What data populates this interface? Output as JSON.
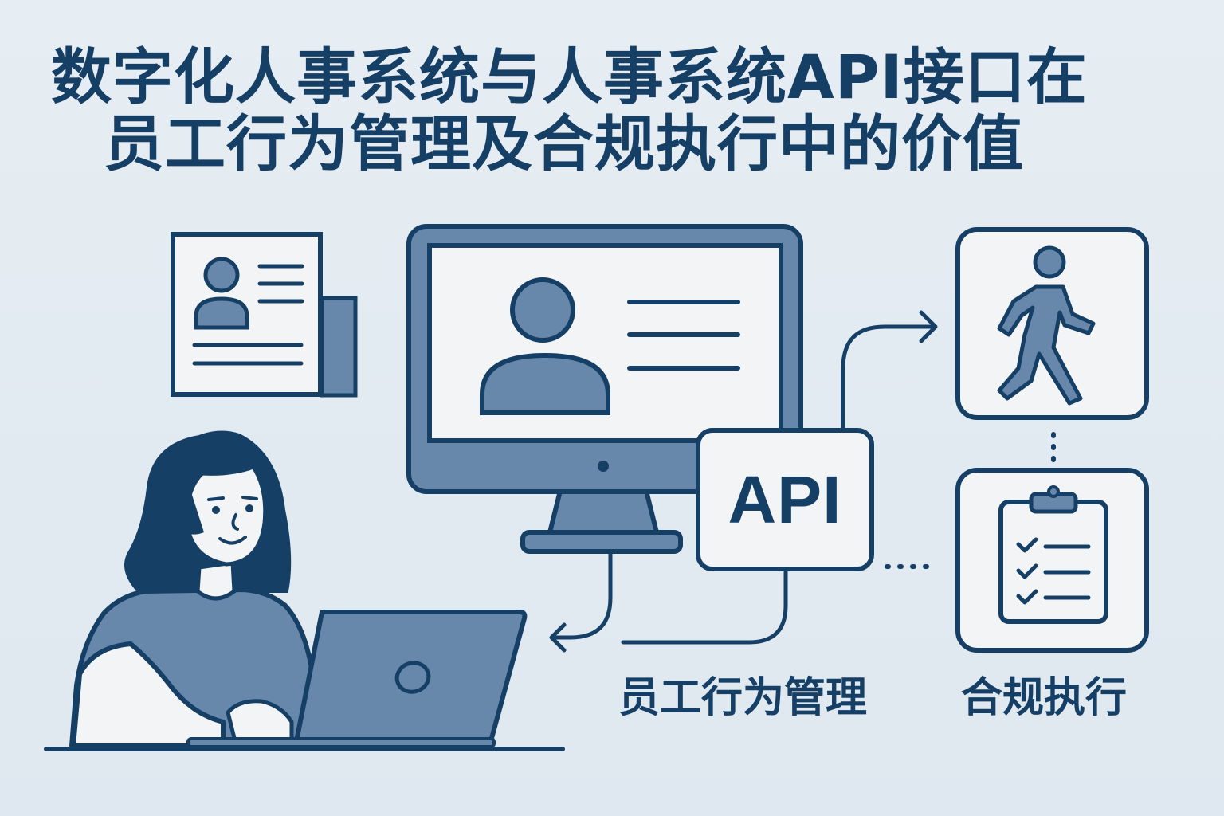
{
  "title": {
    "line1": "数字化人事系统与人事系统API接口在",
    "line2": "员工行为管理及合规执行中的价值"
  },
  "api_box": {
    "label": "API"
  },
  "captions": {
    "behavior_management": "员工行为管理",
    "compliance_execution": "合规执行"
  },
  "colors": {
    "background": "#e3ebf2",
    "navy": "#163f66",
    "steel_blue": "#6787ab",
    "panel": "#f3f4f6"
  },
  "icons": [
    "profile-card-icon",
    "desktop-monitor-icon",
    "walking-person-icon",
    "clipboard-checklist-icon",
    "woman-with-laptop-icon"
  ]
}
